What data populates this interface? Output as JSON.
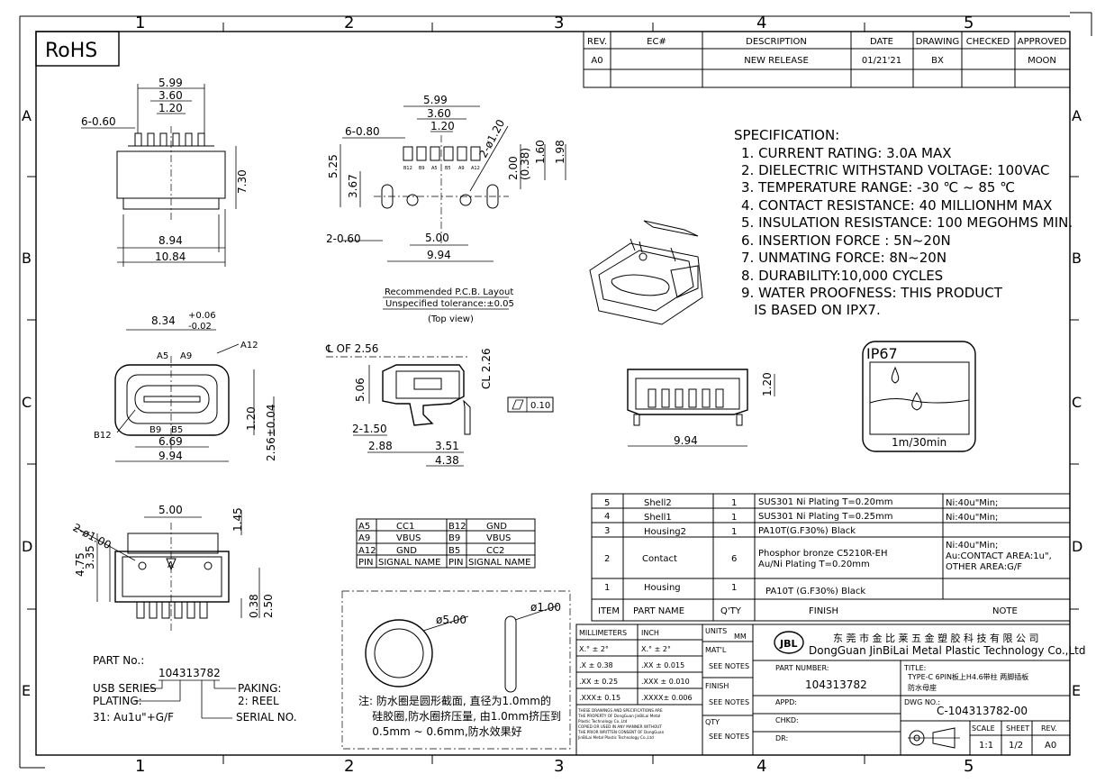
{
  "border": {
    "col_labels": [
      "1",
      "2",
      "3",
      "4",
      "5"
    ],
    "row_labels": [
      "A",
      "B",
      "C",
      "D",
      "E"
    ]
  },
  "rohs": "RoHS",
  "rev_table": {
    "headers": [
      "REV.",
      "EC#",
      "DESCRIPTION",
      "DATE",
      "DRAWING",
      "CHECKED",
      "APPROVED"
    ],
    "rows": [
      [
        "A0",
        "",
        "NEW RELEASE",
        "01/21'21",
        "BX",
        "",
        "MOON"
      ]
    ]
  },
  "specification": {
    "title": "SPECIFICATION:",
    "items": [
      "1. CURRENT RATING: 3.0A MAX",
      "2. DIELECTRIC WITHSTAND VOLTAGE: 100VAC",
      "3. TEMPERATURE RANGE: -30 ℃ ~ 85 ℃",
      "4. CONTACT RESISTANCE: 40 MILLIONHM MAX",
      "5. INSULATION RESISTANCE: 100 MEGOHMS MIN.",
      "6. INSERTION FORCE : 5N~20N",
      "7. UNMATING FORCE: 8N~20N",
      "8. DURABILITY:10,000 CYCLES",
      "9. WATER PROOFNESS: THIS PRODUCT",
      "   IS BASED ON IPX7."
    ]
  },
  "ip_badge": {
    "title": "IP67",
    "time": "1m/30min"
  },
  "top_view": {
    "d1": "5.99",
    "d2": "3.60",
    "d3": "1.20",
    "pins": "6-0.60",
    "height": "7.30",
    "w1": "8.94",
    "w2": "10.84"
  },
  "pcb": {
    "d1": "5.99",
    "d2": "3.60",
    "d3": "1.20",
    "pads": "6-0.80",
    "hole": "2-ø1.20",
    "v1": "5.25",
    "v2": "3.67",
    "v3": "2.00",
    "v4": "(0.38)",
    "v5": "1.60",
    "v6": "1.98",
    "slot": "2-0.60",
    "w1": "5.00",
    "w2": "9.94",
    "pins": [
      "B12",
      "B9",
      "A5",
      "B5",
      "A9",
      "A12"
    ],
    "caption1": "Recommended P.C.B. Layout",
    "caption2": "Unspecified tolerance:±0.05",
    "caption3": "(Top view)"
  },
  "front_view": {
    "d1": "8.34",
    "tol_up": "+0.06",
    "tol_dn": "-0.02",
    "a5": "A5",
    "a9": "A9",
    "a12": "A12",
    "b12": "B12",
    "b9": "B9",
    "b5": "B5",
    "w1": "6.69",
    "w2": "9.94",
    "h1": "1.20",
    "h2": "2.56±0.04"
  },
  "side_view": {
    "cl": "℄ OF 2.56",
    "cl2": "CL 2.26",
    "h": "5.06",
    "pin": "2-1.50",
    "w1": "2.88",
    "w2": "3.51",
    "w3": "4.38",
    "flat": "0.10"
  },
  "front_view2": {
    "w": "9.94",
    "h": "1.20"
  },
  "bottom_view": {
    "hole": "2-ø1.00",
    "w": "5.00",
    "h1": "1.45",
    "h2": "4.75",
    "h3": "3.35",
    "h4": "0.38",
    "h5": "2.50",
    "mark": "A"
  },
  "pin_table": {
    "rows": [
      [
        "A5",
        "CC1",
        "B12",
        "GND"
      ],
      [
        "A9",
        "VBUS",
        "B9",
        "VBUS"
      ],
      [
        "A12",
        "GND",
        "B5",
        "CC2"
      ],
      [
        "PIN",
        "SIGNAL NAME",
        "PIN",
        "SIGNAL NAME"
      ]
    ]
  },
  "o_ring": {
    "d1": "ø5.00",
    "d2": "ø1.00"
  },
  "note_cn": [
    "注: 防水圈是圆形截面, 直径为1.0mm的",
    "    硅胶圈,防水圈挤压量, 由1.0mm挤压到",
    "    0.5mm ~ 0.6mm,防水效果好"
  ],
  "bom": {
    "rows": [
      [
        "5",
        "Shell2",
        "1",
        "SUS301 Ni  Plating T=0.20mm",
        "Ni:40u\"Min;"
      ],
      [
        "4",
        "Shell1",
        "1",
        "SUS301 Ni  Plating T=0.25mm",
        "Ni:40u\"Min;"
      ],
      [
        "3",
        "Housing2",
        "1",
        "PA10T(G.F30%) Black",
        ""
      ],
      [
        "2",
        "Contact",
        "6",
        "Phosphor bronze C5210R-EH|Au/Ni  Plating  T=0.20mm",
        "Ni:40u\"Min;|Au:CONTACT AREA:1u\",|OTHER AREA:G/F"
      ],
      [
        "1",
        "Housing",
        "1",
        "PA10T (G.F30%) Black",
        ""
      ]
    ],
    "headers": [
      "ITEM",
      "PART NAME",
      "Q'TY",
      "FINISH",
      "NOTE"
    ]
  },
  "part_no": {
    "title": "PART No.:",
    "number": "104313782",
    "series": "USB SERIES",
    "plating": "PLATING:",
    "plating_val": "31: Au1u\"+G/F",
    "paking": "PAKING:",
    "paking_val": "2: REEL",
    "serial": "SERIAL NO."
  },
  "title_block": {
    "tol": [
      [
        "MILLIMETERS",
        "INCH"
      ],
      [
        "X.° ± 2°",
        "X.° ± 2°"
      ],
      [
        ".X  ± 0.38",
        ".XX  ± 0.015"
      ],
      [
        ".XX ± 0.25",
        ".XXX ± 0.010"
      ],
      [
        ".XXX± 0.15",
        ".XXXX± 0.006"
      ]
    ],
    "fine": [
      "THESE DRAWINGS AND SPECIFICATIONS ARE",
      "THE PROPERTY OF DongGuan JinBiLai Metal",
      "Plastic Technology Co.,Ltd",
      "COPIED OR USED IN ANY MANNER WITHOUT",
      "THE PRIOR WRITTEN CONSENT OF DongGuan",
      "JinBiLai Metal Plastic Technology Co.,Ltd"
    ],
    "units": "UNITS",
    "units_val": "MM",
    "matl": "MAT'L",
    "see_notes": "SEE NOTES",
    "finish": "FINISH",
    "qty": "QTY",
    "company_cn": "东 莞 市 金 比 莱 五 金 塑 胶 科 技 有 限 公 司",
    "company_en": "DongGuan JinBiLai Metal Plastic Technology Co.,Ltd",
    "part_number_label": "PART NUMBER:",
    "part_number": "104313782",
    "title_label": "TITLE:",
    "title_1": "TYPE-C 6PIN板上H4.6带柱 两脚插板",
    "title_2": "防水母座",
    "appd": "APPD:",
    "chkd": "CHKD:",
    "dr": "DR:",
    "dwg_label": "DWG NO.:",
    "dwg_no": "C-104313782-00",
    "scale_label": "SCALE",
    "scale": "1:1",
    "sheet_label": "SHEET",
    "sheet": "1/2",
    "rev_label": "REV.",
    "rev": "A0",
    "colors": {
      "line": "#000000",
      "paper": "#ffffff"
    }
  }
}
